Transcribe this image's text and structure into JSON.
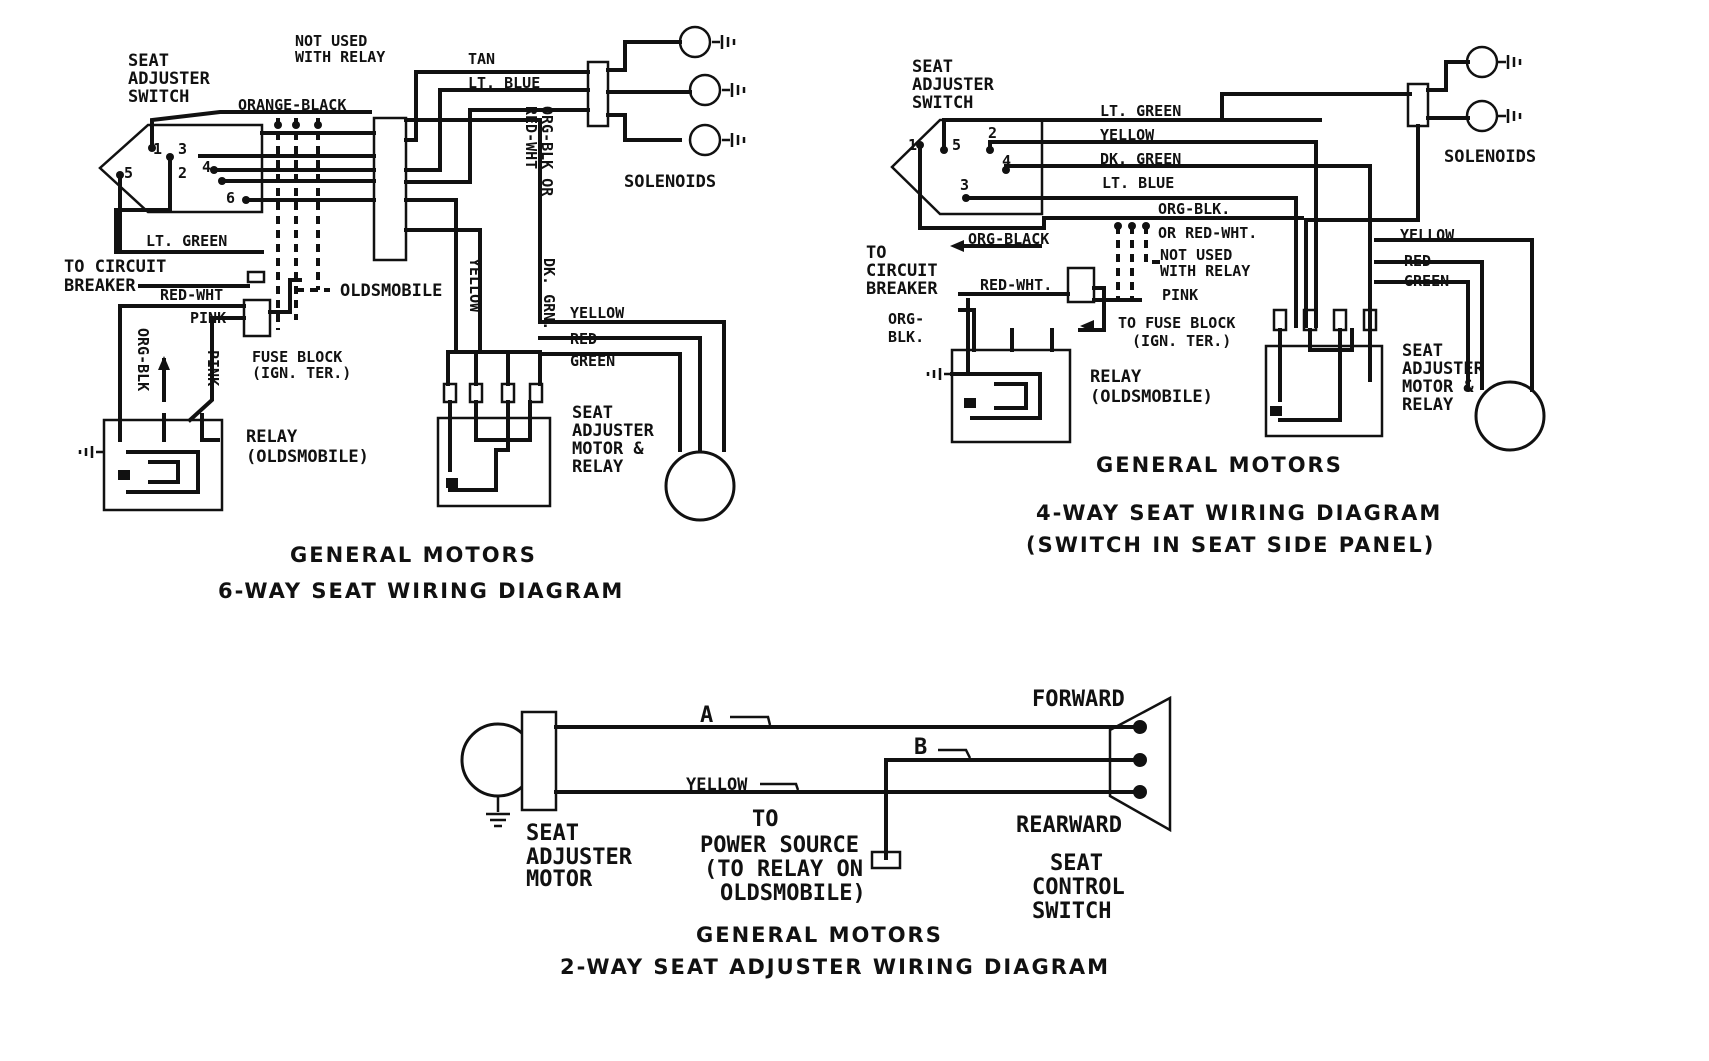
{
  "six_way": {
    "seat_adjuster_switch": [
      "SEAT",
      "ADJUSTER",
      "SWITCH"
    ],
    "not_used_with_relay": [
      "NOT USED",
      "WITH RELAY"
    ],
    "orange_black": "ORANGE-BLACK",
    "tan": "TAN",
    "lt_blue": "LT. BLUE",
    "org_blk_or_red_wht": [
      "ORG-BLK OR",
      "RED-WHT"
    ],
    "solenoids": "SOLENOIDS",
    "pins": [
      "1",
      "3",
      "5",
      "2",
      "4",
      "6"
    ],
    "lt_green": "LT. GREEN",
    "to_circuit_breaker": [
      "TO CIRCUIT",
      "BREAKER"
    ],
    "red_wht": "RED-WHT",
    "oldsmobile": "OLDSMOBILE",
    "pink": "PINK",
    "org_blk": "ORG-BLK",
    "pink_vertical": "PINK",
    "fuse_block": [
      "FUSE BLOCK",
      "(IGN. TER.)"
    ],
    "relay": [
      "RELAY",
      "(OLDSMOBILE)"
    ],
    "yellow_vertical": "YELLOW",
    "dk_grn": "DK. GRN.",
    "yellow": "YELLOW",
    "red": "RED",
    "green": "GREEN",
    "motor_relay": [
      "SEAT",
      "ADJUSTER",
      "MOTOR &",
      "RELAY"
    ],
    "caption_1": "GENERAL MOTORS",
    "caption_2": "6-WAY SEAT WIRING DIAGRAM"
  },
  "four_way": {
    "seat_adjuster_switch": [
      "SEAT",
      "ADJUSTER",
      "SWITCH"
    ],
    "pins": [
      "1",
      "5",
      "2",
      "4",
      "3"
    ],
    "lt_green": "LT. GREEN",
    "yellow": "YELLOW",
    "dk_green": "DK. GREEN",
    "lt_blue": "LT. BLUE",
    "solenoids": "SOLENOIDS",
    "org_blk": "ORG-BLK.",
    "or_red_wht": "OR RED-WHT.",
    "org_black": "ORG-BLACK",
    "not_used_with_relay": [
      "NOT USED",
      "WITH RELAY"
    ],
    "to_circuit_breaker": [
      "TO",
      "CIRCUIT",
      "BREAKER"
    ],
    "red_wht": "RED-WHT.",
    "pink": "PINK",
    "org_blk_side": [
      "ORG-",
      "BLK."
    ],
    "to_fuse_block": [
      "TO FUSE BLOCK",
      "(IGN. TER.)"
    ],
    "relay": [
      "RELAY",
      "(OLDSMOBILE)"
    ],
    "yellow_right": "YELLOW",
    "red": "RED",
    "green": "GREEN",
    "motor_relay": [
      "SEAT",
      "ADJUSTER",
      "MOTOR &",
      "RELAY"
    ],
    "caption_1": "GENERAL MOTORS",
    "caption_2": "4-WAY SEAT WIRING DIAGRAM",
    "caption_3": "(SWITCH IN SEAT SIDE PANEL)"
  },
  "two_way": {
    "a": "A",
    "b": "B",
    "yellow": "YELLOW",
    "forward": "FORWARD",
    "rearward": "REARWARD",
    "seat_control_switch": [
      "SEAT",
      "CONTROL",
      "SWITCH"
    ],
    "seat_adjuster_motor": [
      "SEAT",
      "ADJUSTER",
      "MOTOR"
    ],
    "power_source": [
      "TO",
      "POWER SOURCE",
      "(TO RELAY ON",
      "OLDSMOBILE)"
    ],
    "caption_1": "GENERAL MOTORS",
    "caption_2": "2-WAY SEAT ADJUSTER WIRING DIAGRAM"
  }
}
